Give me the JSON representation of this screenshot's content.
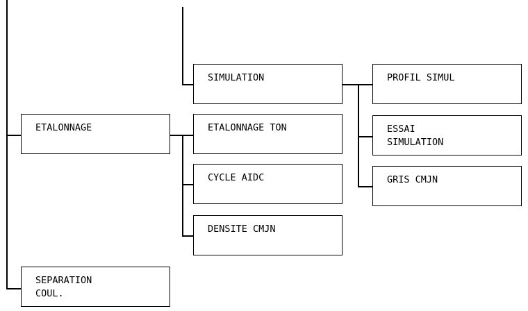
{
  "menu_tree": {
    "etalonnage": "ETALONNAGE",
    "separation_coul": "SEPARATION\nCOUL.",
    "simulation": "SIMULATION",
    "etalonnage_ton": "ETALONNAGE TON",
    "cycle_aidc": "CYCLE AIDC",
    "densite_cmjn": "DENSITE CMJN",
    "profil_simul": "PROFIL SIMUL",
    "essai_simulation": "ESSAI\nSIMULATION",
    "gris_cmjn": "GRIS CMJN"
  }
}
